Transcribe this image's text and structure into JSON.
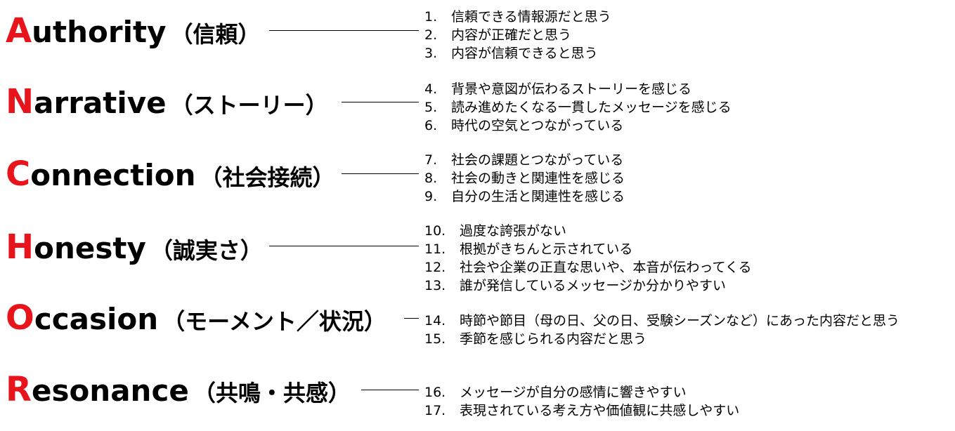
{
  "accent_color": "#e8141b",
  "groups": [
    {
      "initial": "A",
      "rest": "uthority",
      "jp": "（信頼）",
      "items": [
        {
          "num": "1.",
          "text": "信頼できる情報源だと思う"
        },
        {
          "num": "2.",
          "text": "内容が正確だと思う"
        },
        {
          "num": "3.",
          "text": "内容が信頼できると思う"
        }
      ]
    },
    {
      "initial": "N",
      "rest": "arrative",
      "jp": "（ストーリー）",
      "items": [
        {
          "num": "4.",
          "text": "背景や意図が伝わるストーリーを感じる"
        },
        {
          "num": "5.",
          "text": "読み進めたくなる一貫したメッセージを感じる"
        },
        {
          "num": "6.",
          "text": "時代の空気とつながっている"
        }
      ]
    },
    {
      "initial": "C",
      "rest": "onnection",
      "jp": "（社会接続）",
      "items": [
        {
          "num": "7.",
          "text": "社会の課題とつながっている"
        },
        {
          "num": "8.",
          "text": "社会の動きと関連性を感じる"
        },
        {
          "num": "9.",
          "text": "自分の生活と関連性を感じる"
        }
      ]
    },
    {
      "initial": "H",
      "rest": "onesty",
      "jp": "（誠実さ）",
      "items": [
        {
          "num": "10.",
          "text": "過度な誇張がない"
        },
        {
          "num": "11.",
          "text": "根拠がきちんと示されている"
        },
        {
          "num": "12.",
          "text": "社会や企業の正直な思いや、本音が伝わってくる"
        },
        {
          "num": "13.",
          "text": "誰が発信しているメッセージか分かりやすい"
        }
      ]
    },
    {
      "initial": "O",
      "rest": "ccasion",
      "jp": "（モーメント／状況）",
      "items": [
        {
          "num": "14.",
          "text": "時節や節目（母の日、父の日、受験シーズンなど）にあった内容だと思う"
        },
        {
          "num": "15.",
          "text": "季節を感じられる内容だと思う"
        }
      ]
    },
    {
      "initial": "R",
      "rest": "esonance",
      "jp": "（共鳴・共感）",
      "items": [
        {
          "num": "16.",
          "text": "メッセージが自分の感情に響きやすい"
        },
        {
          "num": "17.",
          "text": "表現されている考え方や価値観に共感しやすい"
        }
      ]
    }
  ]
}
